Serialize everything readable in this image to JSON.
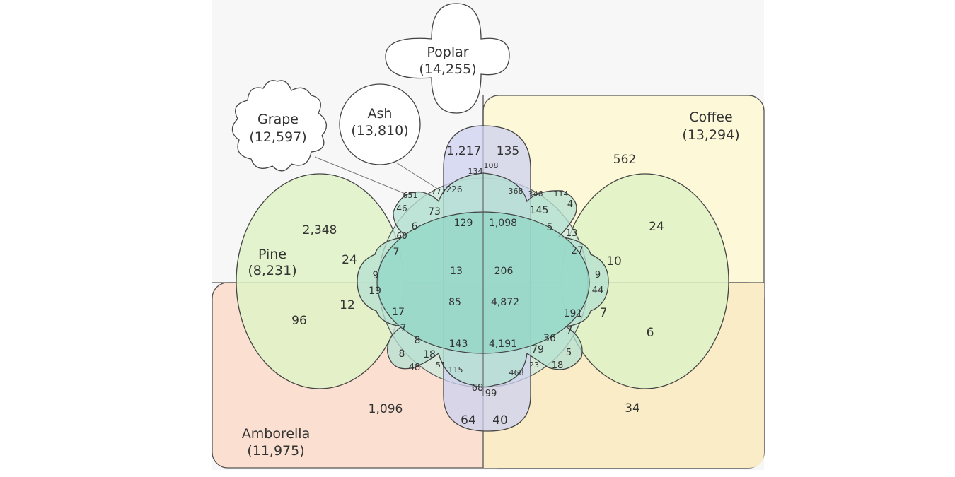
{
  "sets": {
    "poplar": {
      "name": "Poplar",
      "count": "(14,255)"
    },
    "ash": {
      "name": "Ash",
      "count": "(13,810)"
    },
    "grape": {
      "name": "Grape",
      "count": "(12,597)"
    },
    "coffee": {
      "name": "Coffee",
      "count": "(13,294)"
    },
    "pine": {
      "name": "Pine",
      "count": "(8,231)"
    },
    "amborella": {
      "name": "Amborella",
      "count": "(11,975)"
    }
  },
  "colors": {
    "coffee_fill": "#fdf8d8",
    "amborella_fill": "#fbe0d2",
    "overlap_fill": "#f7e9c2",
    "pine_fill": "#dcf0c4",
    "ash_fill": "#c8e8dc",
    "poplar_fill": "#cdd2f0",
    "grape_fill": "#b8e3d6",
    "core_fill": "#8fd6c4",
    "outline": "#444444"
  },
  "regions": [
    {
      "t": "1,217"
    },
    {
      "t": "135"
    },
    {
      "t": "134"
    },
    {
      "t": "108"
    },
    {
      "t": "226"
    },
    {
      "t": "368"
    },
    {
      "t": "346"
    },
    {
      "t": "114"
    },
    {
      "t": "651"
    },
    {
      "t": "777"
    },
    {
      "t": "46"
    },
    {
      "t": "73"
    },
    {
      "t": "145"
    },
    {
      "t": "4"
    },
    {
      "t": "562"
    },
    {
      "t": "2,348"
    },
    {
      "t": "24"
    },
    {
      "t": "6"
    },
    {
      "t": "129"
    },
    {
      "t": "1,098"
    },
    {
      "t": "5"
    },
    {
      "t": "13"
    },
    {
      "t": "60"
    },
    {
      "t": "7"
    },
    {
      "t": "27"
    },
    {
      "t": "24"
    },
    {
      "t": "10"
    },
    {
      "t": "9"
    },
    {
      "t": "13"
    },
    {
      "t": "206"
    },
    {
      "t": "9"
    },
    {
      "t": "19"
    },
    {
      "t": "44"
    },
    {
      "t": "12"
    },
    {
      "t": "85"
    },
    {
      "t": "4,872"
    },
    {
      "t": "17"
    },
    {
      "t": "191"
    },
    {
      "t": "7"
    },
    {
      "t": "96"
    },
    {
      "t": "7"
    },
    {
      "t": "6"
    },
    {
      "t": "7"
    },
    {
      "t": "36"
    },
    {
      "t": "8"
    },
    {
      "t": "143"
    },
    {
      "t": "4,191"
    },
    {
      "t": "8"
    },
    {
      "t": "18"
    },
    {
      "t": "79"
    },
    {
      "t": "5"
    },
    {
      "t": "48"
    },
    {
      "t": "51"
    },
    {
      "t": "115"
    },
    {
      "t": "468"
    },
    {
      "t": "23"
    },
    {
      "t": "18"
    },
    {
      "t": "68"
    },
    {
      "t": "99"
    },
    {
      "t": "1,096"
    },
    {
      "t": "34"
    },
    {
      "t": "64"
    },
    {
      "t": "40"
    }
  ]
}
